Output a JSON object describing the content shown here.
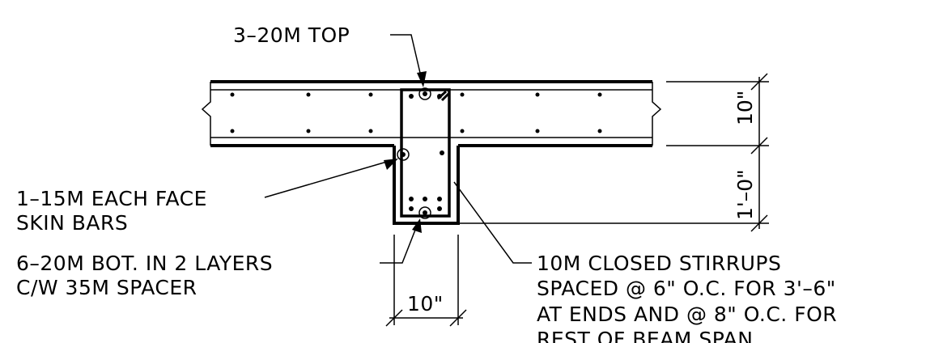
{
  "labels": {
    "top_bars": "3–20M TOP",
    "skin_line1": "1–15M EACH FACE",
    "skin_line2": "SKIN BARS",
    "bottom_line1": "6–20M BOT. IN 2 LAYERS",
    "bottom_line2": "C/W 35M SPACER",
    "stirrup_line1": "10M CLOSED STIRRUPS",
    "stirrup_line2": "SPACED @ 6\" O.C. FOR 3'–6\"",
    "stirrup_line3": "AT ENDS AND @ 8\" O.C. FOR",
    "stirrup_line4": "REST OF BEAM SPAN"
  },
  "dimensions": {
    "web_width": "10\"",
    "slab_thickness": "10\"",
    "drop_depth": "1'–0\""
  }
}
